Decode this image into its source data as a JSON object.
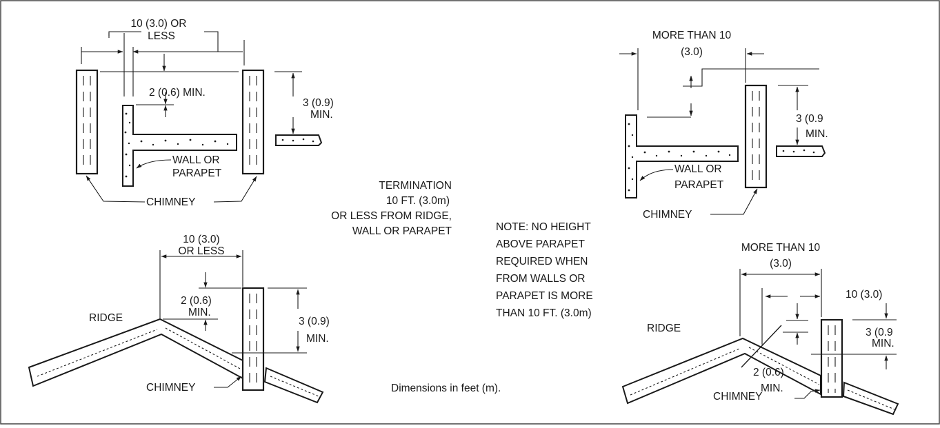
{
  "labels": {
    "tl_dim_top_1": "10 (3.0) OR",
    "tl_dim_top_2": "LESS",
    "tl_min": "2 (0.6) MIN.",
    "tl_3min_1": "3 (0.9)",
    "tl_3min_2": "MIN.",
    "tl_wall_1": "WALL OR",
    "tl_wall_2": "PARAPET",
    "tl_chimney": "CHIMNEY",
    "term_1": "TERMINATION",
    "term_2": "10 FT. (3.0m)",
    "term_3": "OR LESS FROM RIDGE,",
    "term_4": "WALL OR PARAPET",
    "bl_dim_1": "10 (3.0)",
    "bl_dim_2": "OR LESS",
    "bl_min_1": "2 (0.6)",
    "bl_min_2": "MIN.",
    "bl_ridge": "RIDGE",
    "bl_3min_1": "3 (0.9)",
    "bl_3min_2": "MIN.",
    "bl_chimney": "CHIMNEY",
    "dims_note": "Dimensions in feet (m).",
    "note_1": "NOTE: NO HEIGHT",
    "note_2": "ABOVE PARAPET",
    "note_3": "REQUIRED WHEN",
    "note_4": "FROM WALLS OR",
    "note_5": "PARAPET IS MORE",
    "note_6": "THAN 10 FT. (3.0m)",
    "tr_dim_1": "MORE THAN 10",
    "tr_dim_2": "(3.0)",
    "tr_3min_1": "3 (0.9",
    "tr_3min_2": "MIN.",
    "tr_wall_1": "WALL OR",
    "tr_wall_2": "PARAPET",
    "tr_chimney": "CHIMNEY",
    "br_dim_1": "MORE THAN 10",
    "br_dim_2": "(3.0)",
    "br_10": "10 (3.0)",
    "br_ridge": "RIDGE",
    "br_3min_1": "3 (0.9",
    "br_3min_2": "MIN.",
    "br_min_1": "2 (0.6)",
    "br_min_2": "MIN.",
    "br_chimney": "CHIMNEY"
  }
}
